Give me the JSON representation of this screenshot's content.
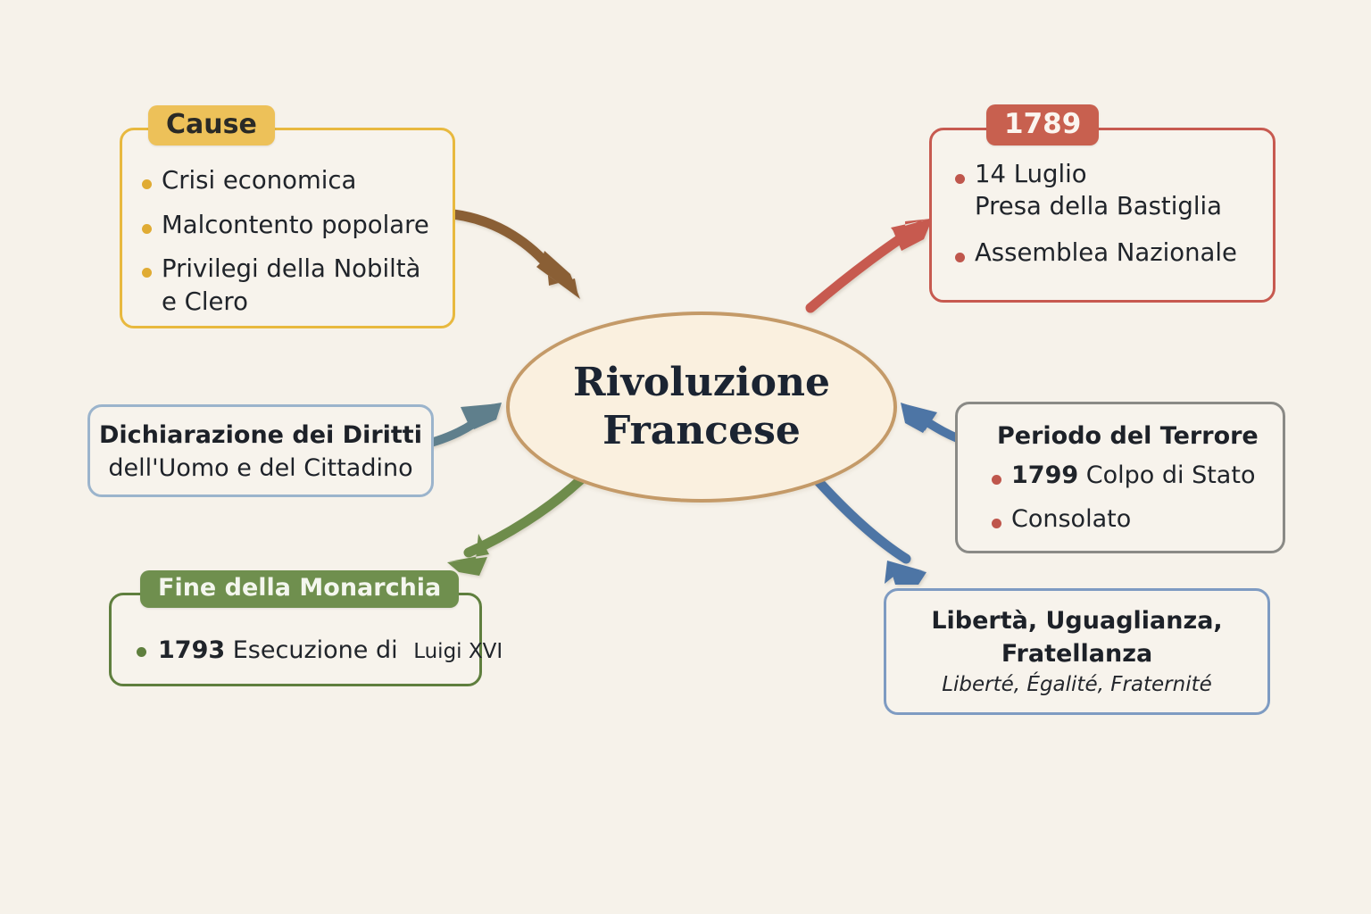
{
  "background_color": "#f6f2ea",
  "center": {
    "label_line1": "Rivoluzione",
    "label_line2": "Francese",
    "fill_color": "#faf0df",
    "border_color": "#c49a68"
  },
  "nodes": {
    "cause": {
      "tab_label": "Cause",
      "accent_color": "#e8b93f",
      "tab_color": "#edc159",
      "items": [
        "Crisi economica",
        "Malcontento popolare",
        "Privilegi della Nobiltà"
      ],
      "item3_line2": "e Clero"
    },
    "year1789": {
      "tab_label": "1789",
      "accent_color": "#c75a50",
      "tab_color": "#c8604f",
      "item1_line1": "14 Luglio",
      "item1_line2": "Presa della Bastiglia",
      "item2": "Assemblea Nazionale"
    },
    "declaration": {
      "line1": "Dichiarazione dei Diritti",
      "line2": "dell'Uomo e del Cittadino",
      "accent_color": "#9bb4cc"
    },
    "monarchy": {
      "tab_label": "Fine della Monarchia",
      "accent_color": "#5f7f3e",
      "tab_color": "#6f8f4e",
      "year": "1793",
      "event": "Esecuzione di",
      "king": "Luigi XVI"
    },
    "terror": {
      "title": "Periodo del Terrore",
      "accent_color": "#8a8a86",
      "item1_year": "1799",
      "item1_text": "Colpo di Stato",
      "item2": "Consolato"
    },
    "motto": {
      "italian_line1": "Libertà, Uguaglianza,",
      "italian_line2": "Fratellanza",
      "french": "Liberté, Égalité, Fraternité",
      "accent_color": "#7e9bc2"
    }
  },
  "arrows": {
    "cause_to_center": "#8a5f36",
    "center_to_1789": "#c75a50",
    "declaration_to_center": "#5e7f8c",
    "center_to_monarchy": "#6e8c4b",
    "terror_to_center": "#4d74a5",
    "center_to_motto": "#4d74a5"
  }
}
